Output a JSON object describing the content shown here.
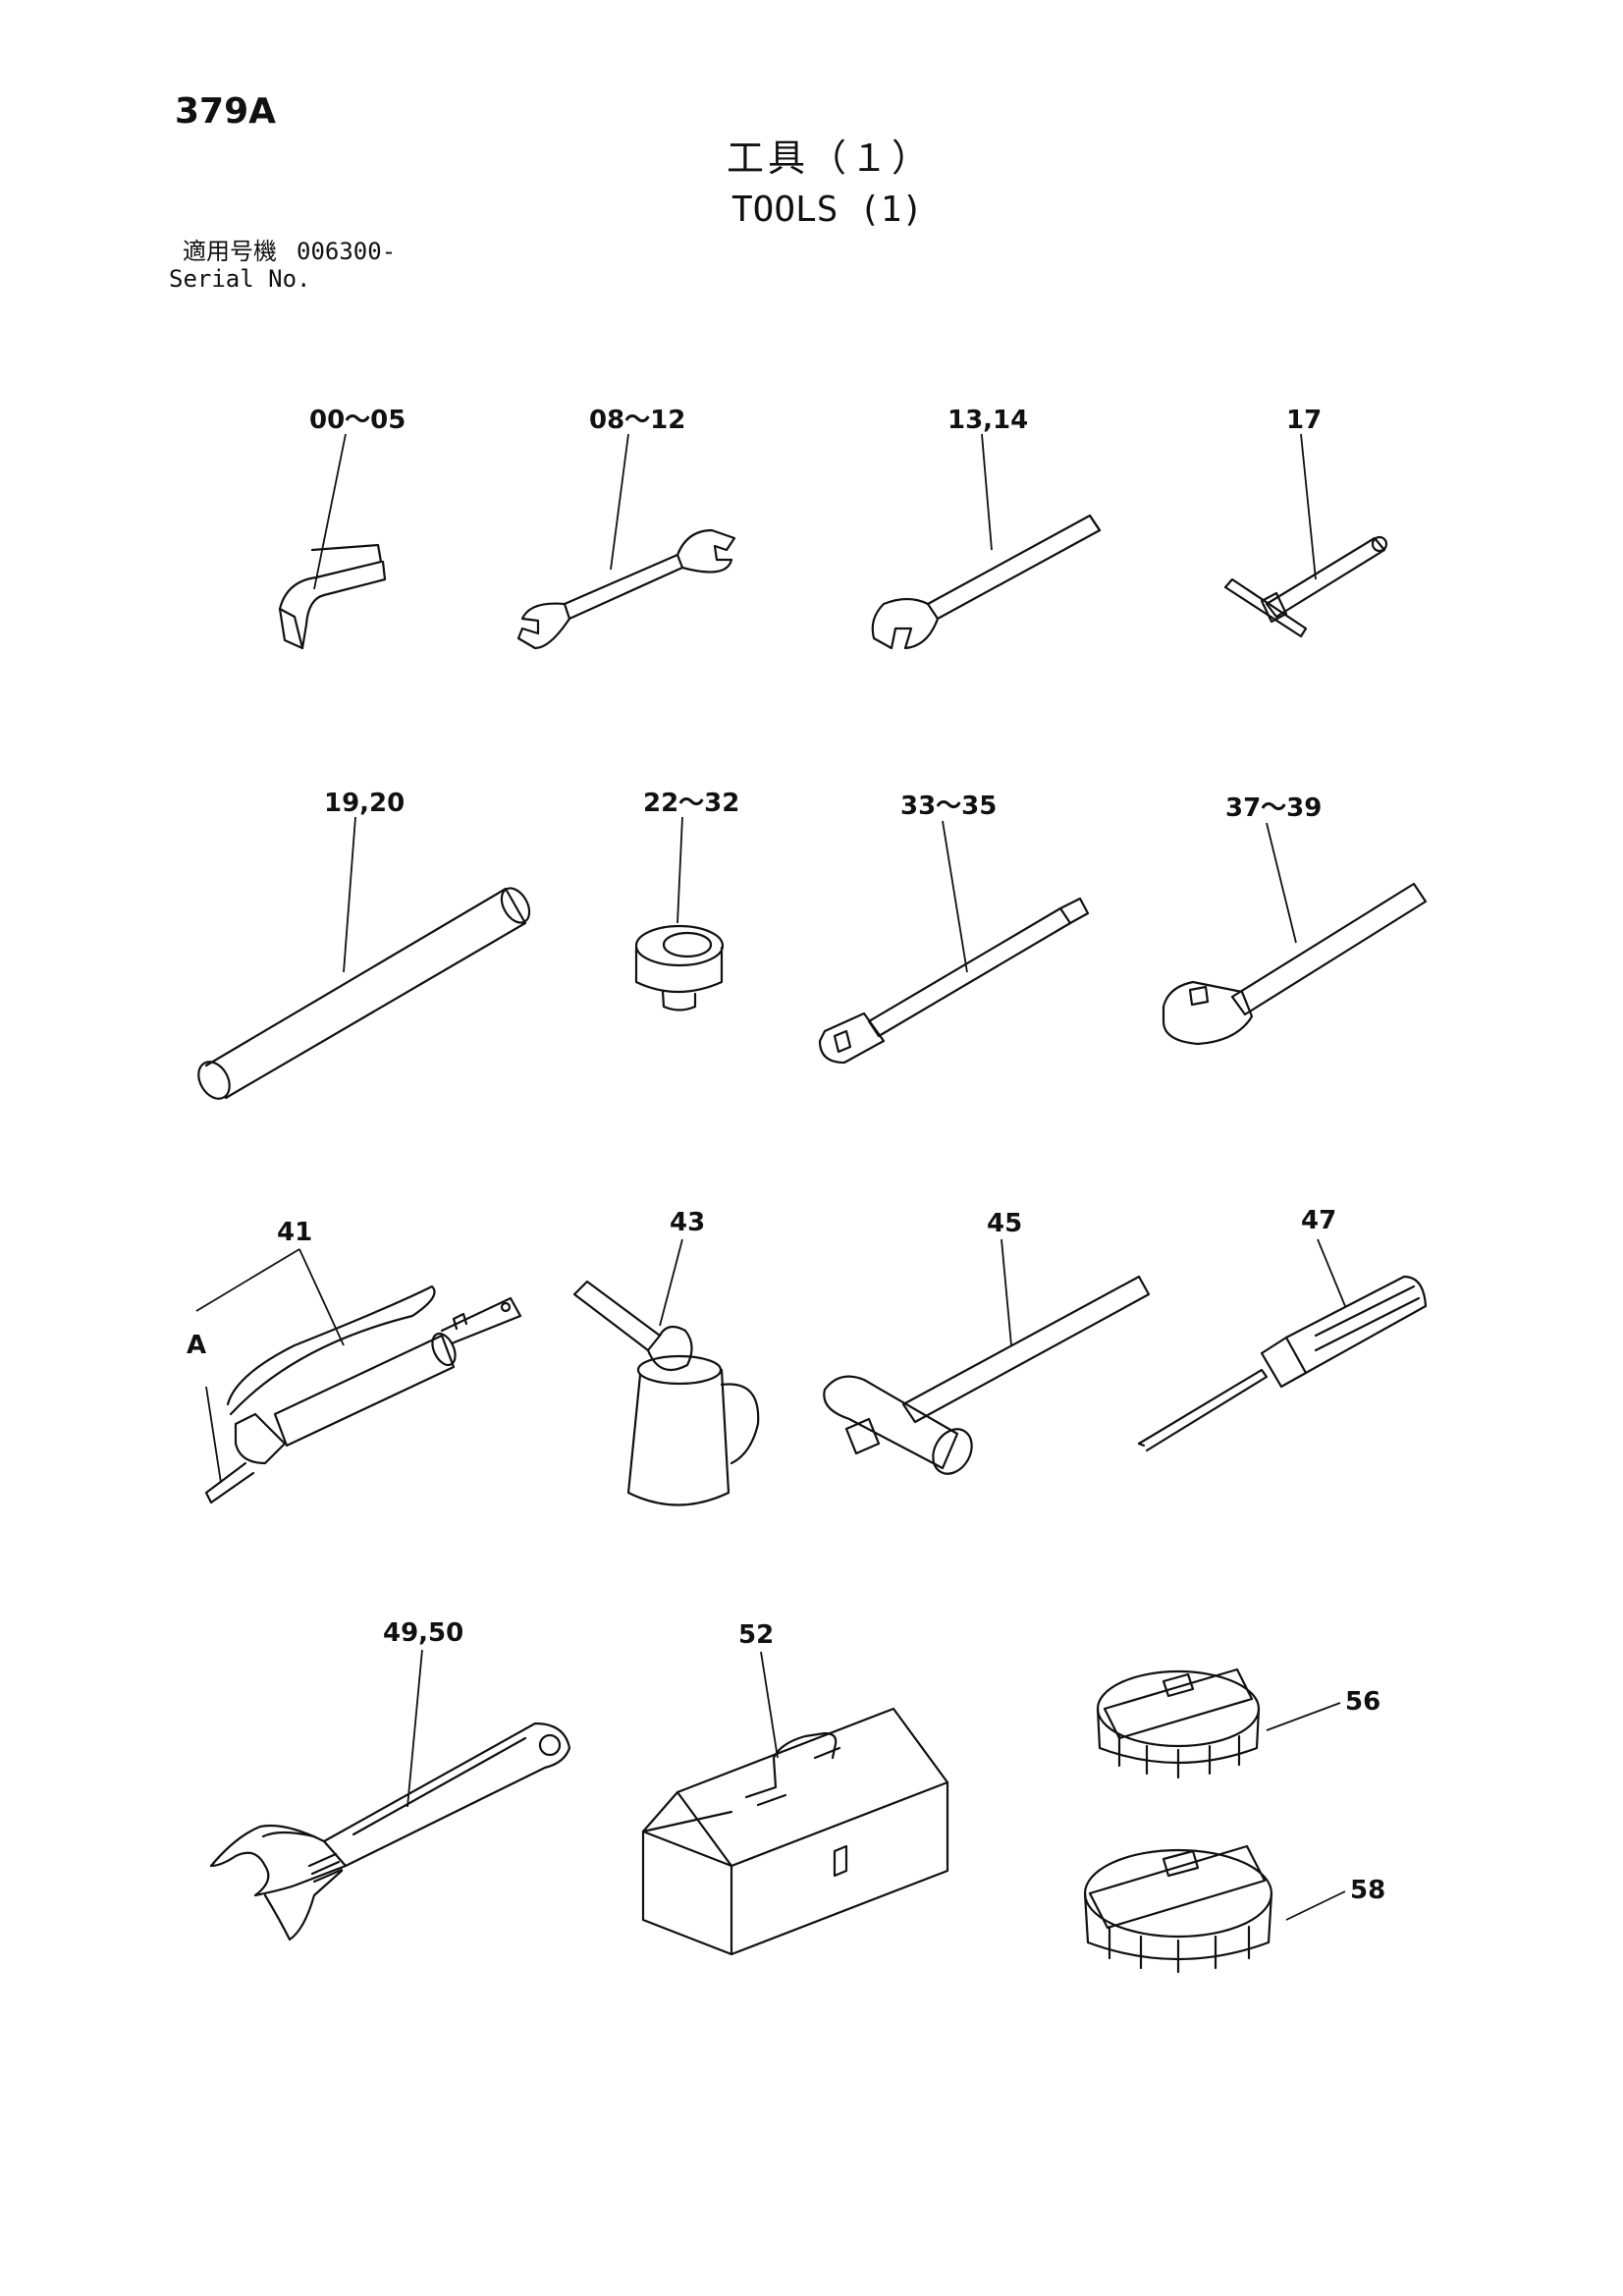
{
  "page_number": "379A",
  "title": {
    "ja": "工具（１）",
    "en": "TOOLS (1)"
  },
  "serial": {
    "ja_label": "適用号機",
    "value": "006300-",
    "en_label": "Serial No."
  },
  "callouts": [
    {
      "id": "c0",
      "text": "00～05",
      "icon": "hex-key-icon"
    },
    {
      "id": "c1",
      "text": "08～12",
      "icon": "double-open-wrench-icon"
    },
    {
      "id": "c2",
      "text": "13,14",
      "icon": "open-end-wrench-icon"
    },
    {
      "id": "c3",
      "text": "17",
      "icon": "t-handle-wrench-icon"
    },
    {
      "id": "c4",
      "text": "19,20",
      "icon": "pipe-extension-icon"
    },
    {
      "id": "c5",
      "text": "22～32",
      "icon": "socket-icon"
    },
    {
      "id": "c6",
      "text": "33～35",
      "icon": "extension-bar-icon"
    },
    {
      "id": "c7",
      "text": "37～39",
      "icon": "ratchet-handle-icon"
    },
    {
      "id": "c8",
      "text": "41",
      "icon": "grease-gun-icon"
    },
    {
      "id": "c8a",
      "text": "A",
      "icon": ""
    },
    {
      "id": "c9",
      "text": "43",
      "icon": "oil-can-icon"
    },
    {
      "id": "c10",
      "text": "45",
      "icon": "hammer-icon"
    },
    {
      "id": "c11",
      "text": "47",
      "icon": "screwdriver-icon"
    },
    {
      "id": "c12",
      "text": "49,50",
      "icon": "adjustable-wrench-icon"
    },
    {
      "id": "c13",
      "text": "52",
      "icon": "tool-box-icon"
    },
    {
      "id": "c14",
      "text": "56",
      "icon": "filter-wrench-icon"
    },
    {
      "id": "c15",
      "text": "58",
      "icon": "filter-wrench-icon"
    }
  ]
}
